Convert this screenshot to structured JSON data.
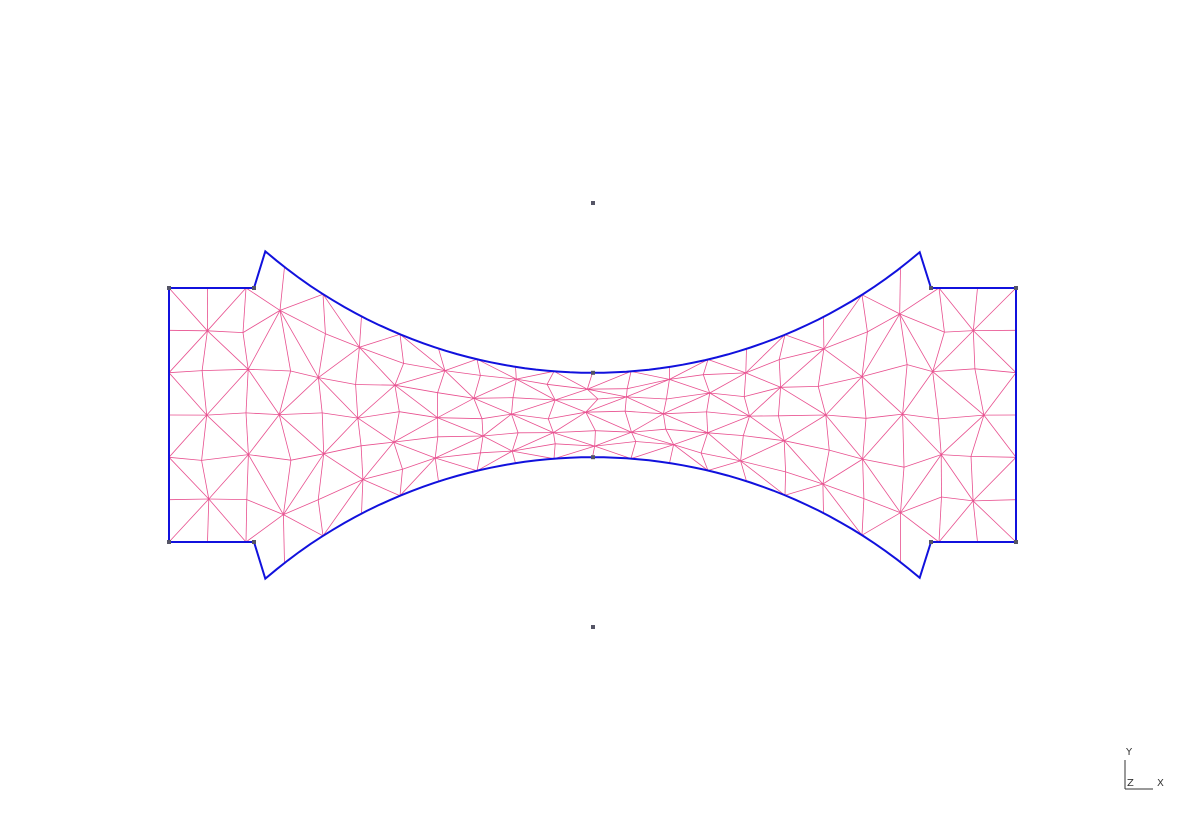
{
  "colors": {
    "background": "#ffffff",
    "boundary": "#1111dd",
    "mesh": "#e8508f",
    "vertex": "#555566",
    "axes": "#333333"
  },
  "axes_triad": {
    "y_label": "Y",
    "z_label": "Z",
    "x_label": "X"
  },
  "model": {
    "shape": "dogbone-specimen",
    "element_type": "triangle",
    "arc_centers_visible": true
  }
}
